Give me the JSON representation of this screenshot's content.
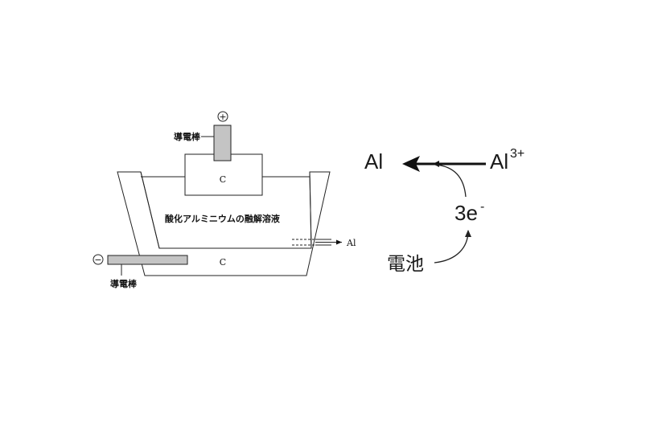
{
  "apparatus": {
    "anode_sign": "+",
    "cathode_sign": "−",
    "anode_rod_label": "導電棒",
    "cathode_rod_label": "導電棒",
    "anode_label": "C",
    "cathode_label": "C",
    "electrolyte_label": "酸化アルミニウムの融解溶液",
    "outlet_label": "Al",
    "rod_color": "#c4c4c4"
  },
  "scheme": {
    "product": "Al",
    "reactant": "Al",
    "reactant_charge": "3+",
    "electrons": "3e",
    "electrons_sign": "-",
    "source": "電池"
  }
}
